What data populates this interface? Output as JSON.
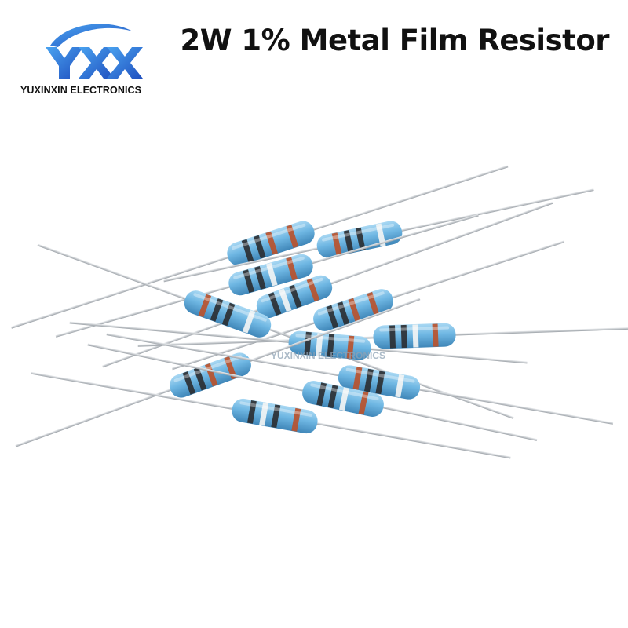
{
  "brand": {
    "logo_text": "YXX",
    "name": "YUXINXIN ELECTRONICS"
  },
  "product": {
    "title": "2W 1% Metal Film Resistor"
  },
  "watermark": {
    "text": "YUXINXIN ELECTRONICS"
  },
  "colors": {
    "logo_blue": "#2f6fd6",
    "resistor_body": "#6fb7e3",
    "band_dark": "#2b2f33",
    "band_red": "#b8532e",
    "band_white": "#f2f4f4",
    "lead_silver": "#c8ccd0"
  }
}
